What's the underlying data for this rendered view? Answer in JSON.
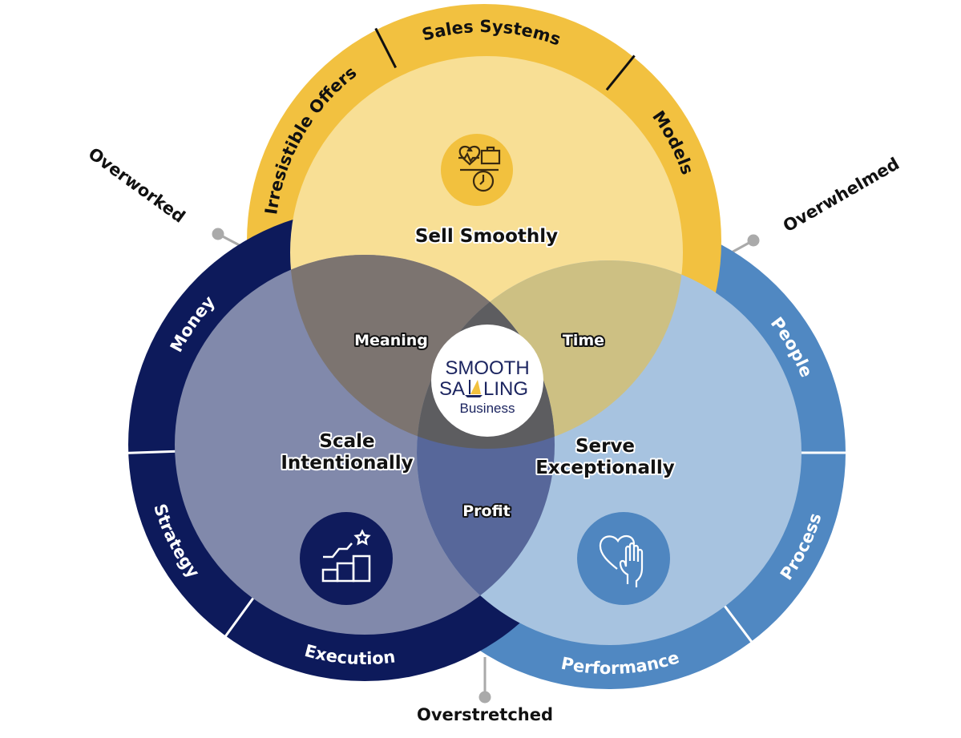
{
  "colors": {
    "yellow_ring": "#f2c140",
    "yellow_inner": "#f8df95",
    "navy_ring": "#0d1a5b",
    "navy_inner": "#8189ab",
    "blue_ring": "#5088c2",
    "blue_inner": "#a7c3e0",
    "top_left": "#7c7470",
    "top_right": "#cdc083",
    "left_right": "#57679a",
    "center": "#5d5d60"
  },
  "circles": {
    "top": {
      "title": "Sell Smoothly",
      "ring": [
        "Irresistible Offers",
        "Sales Systems",
        "Models"
      ],
      "icon": "heart-briefcase-clock-balance-icon"
    },
    "left": {
      "title_line1": "Scale",
      "title_line2": "Intentionally",
      "ring": [
        "Money",
        "Strategy",
        "Execution"
      ],
      "icon": "growth-chart-star-icon"
    },
    "right": {
      "title_line1": "Serve",
      "title_line2": "Exceptionally",
      "ring": [
        "People",
        "Process",
        "Performance"
      ],
      "icon": "heart-hand-icon"
    }
  },
  "overlaps": {
    "top_left": "Meaning",
    "top_right": "Time",
    "left_right": "Profit"
  },
  "outer_labels": {
    "left": "Overworked",
    "right": "Overwhelmed",
    "bottom": "Overstretched"
  },
  "logo": {
    "line1": "SMOOTH",
    "line2a": "SA",
    "line2b": "LING",
    "line3": "Business"
  }
}
